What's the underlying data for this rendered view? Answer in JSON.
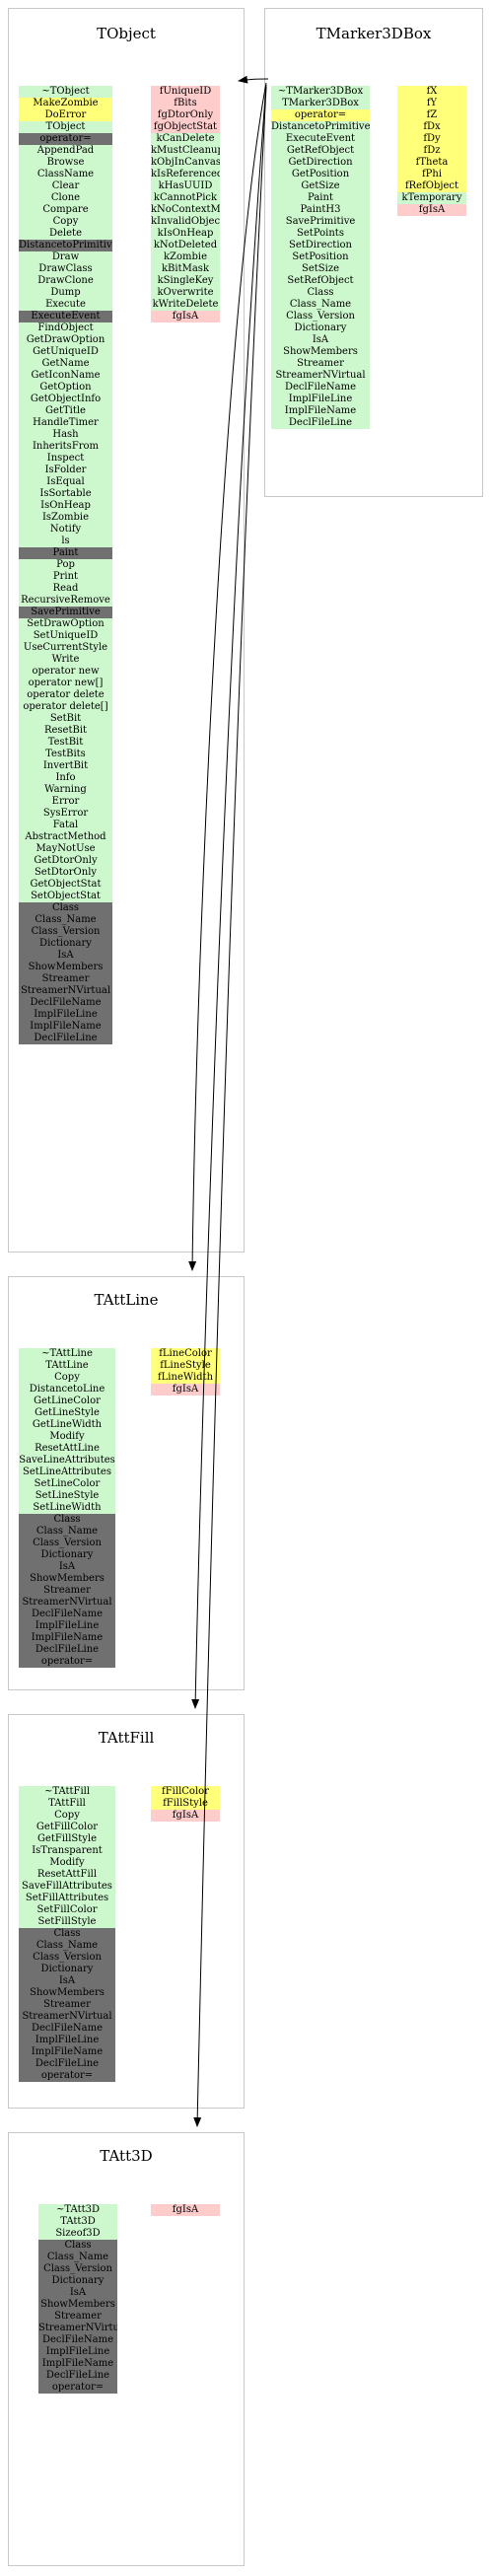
{
  "classes": {
    "tobject": {
      "name": "TObject",
      "methods": [
        {
          "t": "~TObject",
          "k": "m"
        },
        {
          "t": "MakeZombie",
          "k": "mv"
        },
        {
          "t": "DoError",
          "k": "mv"
        },
        {
          "t": "TObject",
          "k": "m"
        },
        {
          "t": "operator=",
          "k": "mh"
        },
        {
          "t": "AppendPad",
          "k": "m"
        },
        {
          "t": "Browse",
          "k": "m"
        },
        {
          "t": "ClassName",
          "k": "m"
        },
        {
          "t": "Clear",
          "k": "m"
        },
        {
          "t": "Clone",
          "k": "m"
        },
        {
          "t": "Compare",
          "k": "m"
        },
        {
          "t": "Copy",
          "k": "m"
        },
        {
          "t": "Delete",
          "k": "m"
        },
        {
          "t": "DistancetoPrimitive",
          "k": "mh"
        },
        {
          "t": "Draw",
          "k": "m"
        },
        {
          "t": "DrawClass",
          "k": "m"
        },
        {
          "t": "DrawClone",
          "k": "m"
        },
        {
          "t": "Dump",
          "k": "m"
        },
        {
          "t": "Execute",
          "k": "m"
        },
        {
          "t": "ExecuteEvent",
          "k": "mh"
        },
        {
          "t": "FindObject",
          "k": "m"
        },
        {
          "t": "GetDrawOption",
          "k": "m"
        },
        {
          "t": "GetUniqueID",
          "k": "m"
        },
        {
          "t": "GetName",
          "k": "m"
        },
        {
          "t": "GetIconName",
          "k": "m"
        },
        {
          "t": "GetOption",
          "k": "m"
        },
        {
          "t": "GetObjectInfo",
          "k": "m"
        },
        {
          "t": "GetTitle",
          "k": "m"
        },
        {
          "t": "HandleTimer",
          "k": "m"
        },
        {
          "t": "Hash",
          "k": "m"
        },
        {
          "t": "InheritsFrom",
          "k": "m"
        },
        {
          "t": "Inspect",
          "k": "m"
        },
        {
          "t": "IsFolder",
          "k": "m"
        },
        {
          "t": "IsEqual",
          "k": "m"
        },
        {
          "t": "IsSortable",
          "k": "m"
        },
        {
          "t": "IsOnHeap",
          "k": "m"
        },
        {
          "t": "IsZombie",
          "k": "m"
        },
        {
          "t": "Notify",
          "k": "m"
        },
        {
          "t": "ls",
          "k": "m"
        },
        {
          "t": "Paint",
          "k": "mh"
        },
        {
          "t": "Pop",
          "k": "m"
        },
        {
          "t": "Print",
          "k": "m"
        },
        {
          "t": "Read",
          "k": "m"
        },
        {
          "t": "RecursiveRemove",
          "k": "m"
        },
        {
          "t": "SavePrimitive",
          "k": "mh"
        },
        {
          "t": "SetDrawOption",
          "k": "m"
        },
        {
          "t": "SetUniqueID",
          "k": "m"
        },
        {
          "t": "UseCurrentStyle",
          "k": "m"
        },
        {
          "t": "Write",
          "k": "m"
        },
        {
          "t": "operator new",
          "k": "m"
        },
        {
          "t": "operator new[]",
          "k": "m"
        },
        {
          "t": "operator delete",
          "k": "m"
        },
        {
          "t": "operator delete[]",
          "k": "m"
        },
        {
          "t": "SetBit",
          "k": "m"
        },
        {
          "t": "ResetBit",
          "k": "m"
        },
        {
          "t": "TestBit",
          "k": "m"
        },
        {
          "t": "TestBits",
          "k": "m"
        },
        {
          "t": "InvertBit",
          "k": "m"
        },
        {
          "t": "Info",
          "k": "m"
        },
        {
          "t": "Warning",
          "k": "m"
        },
        {
          "t": "Error",
          "k": "m"
        },
        {
          "t": "SysError",
          "k": "m"
        },
        {
          "t": "Fatal",
          "k": "m"
        },
        {
          "t": "AbstractMethod",
          "k": "m"
        },
        {
          "t": "MayNotUse",
          "k": "m"
        },
        {
          "t": "GetDtorOnly",
          "k": "m"
        },
        {
          "t": "SetDtorOnly",
          "k": "m"
        },
        {
          "t": "GetObjectStat",
          "k": "m"
        },
        {
          "t": "SetObjectStat",
          "k": "m"
        },
        {
          "t": "Class",
          "k": "mh"
        },
        {
          "t": "Class_Name",
          "k": "mh"
        },
        {
          "t": "Class_Version",
          "k": "mh"
        },
        {
          "t": "Dictionary",
          "k": "mh"
        },
        {
          "t": "IsA",
          "k": "mh"
        },
        {
          "t": "ShowMembers",
          "k": "mh"
        },
        {
          "t": "Streamer",
          "k": "mh"
        },
        {
          "t": "StreamerNVirtual",
          "k": "mh"
        },
        {
          "t": "DeclFileName",
          "k": "mh"
        },
        {
          "t": "ImplFileLine",
          "k": "mh"
        },
        {
          "t": "ImplFileName",
          "k": "mh"
        },
        {
          "t": "DeclFileLine",
          "k": "mh"
        }
      ],
      "members": [
        {
          "t": "fUniqueID",
          "k": "ds"
        },
        {
          "t": "fBits",
          "k": "ds"
        },
        {
          "t": "fgDtorOnly",
          "k": "ds"
        },
        {
          "t": "fgObjectStat",
          "k": "ds"
        },
        {
          "t": "kCanDelete",
          "k": "m"
        },
        {
          "t": "kMustCleanup",
          "k": "m"
        },
        {
          "t": "kObjInCanvas",
          "k": "m"
        },
        {
          "t": "kIsReferenced",
          "k": "m"
        },
        {
          "t": "kHasUUID",
          "k": "m"
        },
        {
          "t": "kCannotPick",
          "k": "m"
        },
        {
          "t": "kNoContextMenu",
          "k": "m"
        },
        {
          "t": "kInvalidObject",
          "k": "m"
        },
        {
          "t": "kIsOnHeap",
          "k": "m"
        },
        {
          "t": "kNotDeleted",
          "k": "m"
        },
        {
          "t": "kZombie",
          "k": "m"
        },
        {
          "t": "kBitMask",
          "k": "m"
        },
        {
          "t": "kSingleKey",
          "k": "m"
        },
        {
          "t": "kOverwrite",
          "k": "m"
        },
        {
          "t": "kWriteDelete",
          "k": "m"
        },
        {
          "t": "fgIsA",
          "k": "ds"
        }
      ]
    },
    "tmarker3dbox": {
      "name": "TMarker3DBox",
      "methods": [
        {
          "t": "~TMarker3DBox",
          "k": "m"
        },
        {
          "t": "TMarker3DBox",
          "k": "m"
        },
        {
          "t": "operator=",
          "k": "mv"
        },
        {
          "t": "DistancetoPrimitive",
          "k": "m"
        },
        {
          "t": "ExecuteEvent",
          "k": "m"
        },
        {
          "t": "GetRefObject",
          "k": "m"
        },
        {
          "t": "GetDirection",
          "k": "m"
        },
        {
          "t": "GetPosition",
          "k": "m"
        },
        {
          "t": "GetSize",
          "k": "m"
        },
        {
          "t": "Paint",
          "k": "m"
        },
        {
          "t": "PaintH3",
          "k": "m"
        },
        {
          "t": "SavePrimitive",
          "k": "m"
        },
        {
          "t": "SetPoints",
          "k": "m"
        },
        {
          "t": "SetDirection",
          "k": "m"
        },
        {
          "t": "SetPosition",
          "k": "m"
        },
        {
          "t": "SetSize",
          "k": "m"
        },
        {
          "t": "SetRefObject",
          "k": "m"
        },
        {
          "t": "Class",
          "k": "m"
        },
        {
          "t": "Class_Name",
          "k": "m"
        },
        {
          "t": "Class_Version",
          "k": "m"
        },
        {
          "t": "Dictionary",
          "k": "m"
        },
        {
          "t": "IsA",
          "k": "m"
        },
        {
          "t": "ShowMembers",
          "k": "m"
        },
        {
          "t": "Streamer",
          "k": "m"
        },
        {
          "t": "StreamerNVirtual",
          "k": "m"
        },
        {
          "t": "DeclFileName",
          "k": "m"
        },
        {
          "t": "ImplFileLine",
          "k": "m"
        },
        {
          "t": "ImplFileName",
          "k": "m"
        },
        {
          "t": "DeclFileLine",
          "k": "m"
        }
      ],
      "members": [
        {
          "t": "fX",
          "k": "dp"
        },
        {
          "t": "fY",
          "k": "dp"
        },
        {
          "t": "fZ",
          "k": "dp"
        },
        {
          "t": "fDx",
          "k": "dp"
        },
        {
          "t": "fDy",
          "k": "dp"
        },
        {
          "t": "fDz",
          "k": "dp"
        },
        {
          "t": "fTheta",
          "k": "dp"
        },
        {
          "t": "fPhi",
          "k": "dp"
        },
        {
          "t": "fRefObject",
          "k": "dp"
        },
        {
          "t": "kTemporary",
          "k": "m"
        },
        {
          "t": "fgIsA",
          "k": "ds"
        }
      ]
    },
    "tattline": {
      "name": "TAttLine",
      "methods": [
        {
          "t": "~TAttLine",
          "k": "m"
        },
        {
          "t": "TAttLine",
          "k": "m"
        },
        {
          "t": "Copy",
          "k": "m"
        },
        {
          "t": "DistancetoLine",
          "k": "m"
        },
        {
          "t": "GetLineColor",
          "k": "m"
        },
        {
          "t": "GetLineStyle",
          "k": "m"
        },
        {
          "t": "GetLineWidth",
          "k": "m"
        },
        {
          "t": "Modify",
          "k": "m"
        },
        {
          "t": "ResetAttLine",
          "k": "m"
        },
        {
          "t": "SaveLineAttributes",
          "k": "m"
        },
        {
          "t": "SetLineAttributes",
          "k": "m"
        },
        {
          "t": "SetLineColor",
          "k": "m"
        },
        {
          "t": "SetLineStyle",
          "k": "m"
        },
        {
          "t": "SetLineWidth",
          "k": "m"
        },
        {
          "t": "Class",
          "k": "mh"
        },
        {
          "t": "Class_Name",
          "k": "mh"
        },
        {
          "t": "Class_Version",
          "k": "mh"
        },
        {
          "t": "Dictionary",
          "k": "mh"
        },
        {
          "t": "IsA",
          "k": "mh"
        },
        {
          "t": "ShowMembers",
          "k": "mh"
        },
        {
          "t": "Streamer",
          "k": "mh"
        },
        {
          "t": "StreamerNVirtual",
          "k": "mh"
        },
        {
          "t": "DeclFileName",
          "k": "mh"
        },
        {
          "t": "ImplFileLine",
          "k": "mh"
        },
        {
          "t": "ImplFileName",
          "k": "mh"
        },
        {
          "t": "DeclFileLine",
          "k": "mh"
        },
        {
          "t": "operator=",
          "k": "mh"
        }
      ],
      "members": [
        {
          "t": "fLineColor",
          "k": "dp"
        },
        {
          "t": "fLineStyle",
          "k": "dp"
        },
        {
          "t": "fLineWidth",
          "k": "dp"
        },
        {
          "t": "fgIsA",
          "k": "ds"
        }
      ]
    },
    "tattfill": {
      "name": "TAttFill",
      "methods": [
        {
          "t": "~TAttFill",
          "k": "m"
        },
        {
          "t": "TAttFill",
          "k": "m"
        },
        {
          "t": "Copy",
          "k": "m"
        },
        {
          "t": "GetFillColor",
          "k": "m"
        },
        {
          "t": "GetFillStyle",
          "k": "m"
        },
        {
          "t": "IsTransparent",
          "k": "m"
        },
        {
          "t": "Modify",
          "k": "m"
        },
        {
          "t": "ResetAttFill",
          "k": "m"
        },
        {
          "t": "SaveFillAttributes",
          "k": "m"
        },
        {
          "t": "SetFillAttributes",
          "k": "m"
        },
        {
          "t": "SetFillColor",
          "k": "m"
        },
        {
          "t": "SetFillStyle",
          "k": "m"
        },
        {
          "t": "Class",
          "k": "mh"
        },
        {
          "t": "Class_Name",
          "k": "mh"
        },
        {
          "t": "Class_Version",
          "k": "mh"
        },
        {
          "t": "Dictionary",
          "k": "mh"
        },
        {
          "t": "IsA",
          "k": "mh"
        },
        {
          "t": "ShowMembers",
          "k": "mh"
        },
        {
          "t": "Streamer",
          "k": "mh"
        },
        {
          "t": "StreamerNVirtual",
          "k": "mh"
        },
        {
          "t": "DeclFileName",
          "k": "mh"
        },
        {
          "t": "ImplFileLine",
          "k": "mh"
        },
        {
          "t": "ImplFileName",
          "k": "mh"
        },
        {
          "t": "DeclFileLine",
          "k": "mh"
        },
        {
          "t": "operator=",
          "k": "mh"
        }
      ],
      "members": [
        {
          "t": "fFillColor",
          "k": "dp"
        },
        {
          "t": "fFillStyle",
          "k": "dp"
        },
        {
          "t": "fgIsA",
          "k": "ds"
        }
      ]
    },
    "tatt3d": {
      "name": "TAtt3D",
      "methods": [
        {
          "t": "~TAtt3D",
          "k": "m"
        },
        {
          "t": "TAtt3D",
          "k": "m"
        },
        {
          "t": "Sizeof3D",
          "k": "m"
        },
        {
          "t": "Class",
          "k": "mh"
        },
        {
          "t": "Class_Name",
          "k": "mh"
        },
        {
          "t": "Class_Version",
          "k": "mh"
        },
        {
          "t": "Dictionary",
          "k": "mh"
        },
        {
          "t": "IsA",
          "k": "mh"
        },
        {
          "t": "ShowMembers",
          "k": "mh"
        },
        {
          "t": "Streamer",
          "k": "mh"
        },
        {
          "t": "StreamerNVirtual",
          "k": "mh"
        },
        {
          "t": "DeclFileName",
          "k": "mh"
        },
        {
          "t": "ImplFileLine",
          "k": "mh"
        },
        {
          "t": "ImplFileName",
          "k": "mh"
        },
        {
          "t": "DeclFileLine",
          "k": "mh"
        },
        {
          "t": "operator=",
          "k": "mh"
        }
      ],
      "members": [
        {
          "t": "fgIsA",
          "k": "ds"
        }
      ]
    }
  }
}
